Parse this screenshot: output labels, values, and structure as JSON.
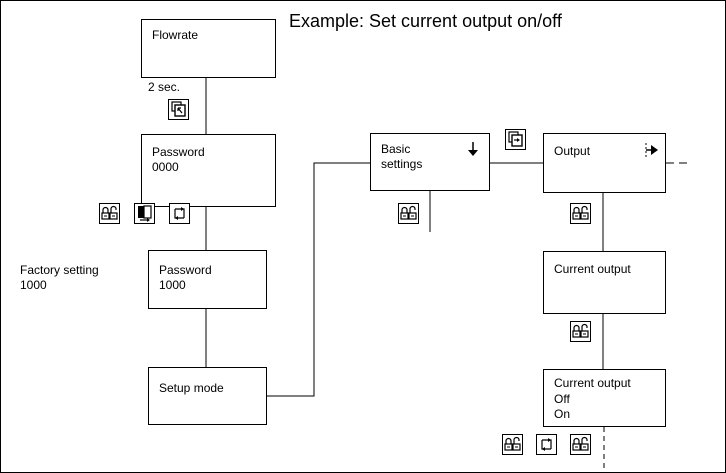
{
  "title": "Example: Set current output on/off",
  "hold_note": "2 sec.",
  "factory_note": [
    "Factory setting",
    "1000"
  ],
  "boxes": {
    "flowrate": [
      "Flowrate"
    ],
    "password_entry": [
      "Password",
      "0000"
    ],
    "password_factory": [
      "Password",
      "1000"
    ],
    "setup_mode": [
      "Setup mode"
    ],
    "basic_settings": [
      "Basic",
      "settings"
    ],
    "output": [
      "Output"
    ],
    "current_output": [
      "Current output"
    ],
    "current_output_options": [
      "Current output",
      "Off",
      "On"
    ]
  },
  "icons": {
    "hold_key": "hold-key-icon",
    "select_key": "select-key-icon",
    "lock": "lock-key-icon",
    "cursor_key": "cursor-key-icon",
    "scroll": "scroll-arrows-icon",
    "down_arrow": "down-arrow-icon",
    "right_arrow": "right-arrow-icon"
  }
}
